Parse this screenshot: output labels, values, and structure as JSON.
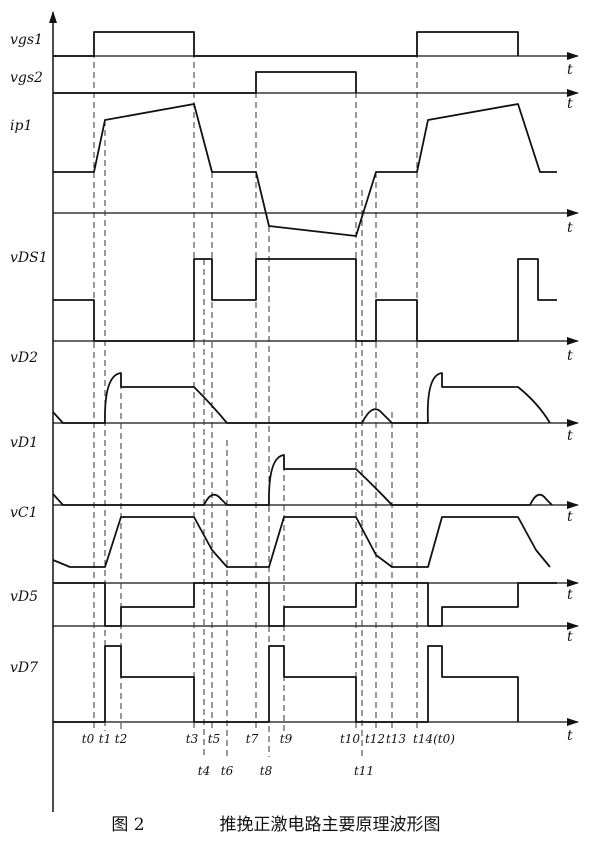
{
  "caption": {
    "figure_no": "图 2",
    "title": "推挽正激电路主要原理波形图"
  },
  "time_symbol": "t",
  "signals": [
    {
      "key": "vgs1",
      "label": "vgs1"
    },
    {
      "key": "vgs2",
      "label": "vgs2"
    },
    {
      "key": "ip1",
      "label": "ip1"
    },
    {
      "key": "vds1",
      "label": "vDS1"
    },
    {
      "key": "vd2",
      "label": "vD2"
    },
    {
      "key": "vd1",
      "label": "vD1"
    },
    {
      "key": "vc1",
      "label": "vC1"
    },
    {
      "key": "vd5",
      "label": "vD5"
    },
    {
      "key": "vd7",
      "label": "vD7"
    }
  ],
  "time_marks": [
    {
      "label": "t0",
      "row": "upper"
    },
    {
      "label": "t1",
      "row": "upper"
    },
    {
      "label": "t2",
      "row": "upper"
    },
    {
      "label": "t3",
      "row": "upper"
    },
    {
      "label": "t4",
      "row": "lower"
    },
    {
      "label": "t5",
      "row": "upper"
    },
    {
      "label": "t6",
      "row": "lower"
    },
    {
      "label": "t7",
      "row": "upper"
    },
    {
      "label": "t8",
      "row": "lower"
    },
    {
      "label": "t9",
      "row": "upper"
    },
    {
      "label": "t10",
      "row": "upper"
    },
    {
      "label": "t11",
      "row": "lower"
    },
    {
      "label": "t12",
      "row": "upper"
    },
    {
      "label": "t13",
      "row": "upper"
    },
    {
      "label": "t14(t0)",
      "row": "upper"
    }
  ]
}
